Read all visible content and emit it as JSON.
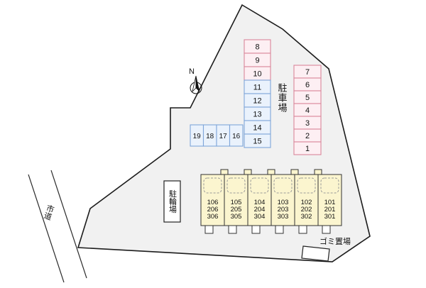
{
  "labels": {
    "parking_lot": "駐車場",
    "bicycle_parking": "駐輪場",
    "garbage_area": "ゴミ置場",
    "city_road": "市道",
    "north": "N"
  },
  "colors": {
    "site_fill": "#f1f1f1",
    "pink_border": "#d9879b",
    "pink_fill": "#fdeff3",
    "blue_border": "#7fa6d9",
    "blue_fill": "#eaf2fc",
    "building_fill": "#fbf5cf"
  },
  "parking": {
    "column_right": [
      "7",
      "6",
      "5",
      "4",
      "3",
      "2",
      "1"
    ],
    "column_middle": [
      "8",
      "9",
      "10",
      "11",
      "12",
      "13",
      "14",
      "15"
    ],
    "row_left": [
      "19",
      "18",
      "17",
      "16"
    ]
  },
  "building": {
    "units": [
      {
        "lines": [
          "106",
          "206",
          "306"
        ]
      },
      {
        "lines": [
          "105",
          "205",
          "305"
        ]
      },
      {
        "lines": [
          "104",
          "204",
          "304"
        ]
      },
      {
        "lines": [
          "103",
          "203",
          "303"
        ]
      },
      {
        "lines": [
          "102",
          "202",
          "302"
        ]
      },
      {
        "lines": [
          "101",
          "201",
          "301"
        ]
      }
    ]
  }
}
